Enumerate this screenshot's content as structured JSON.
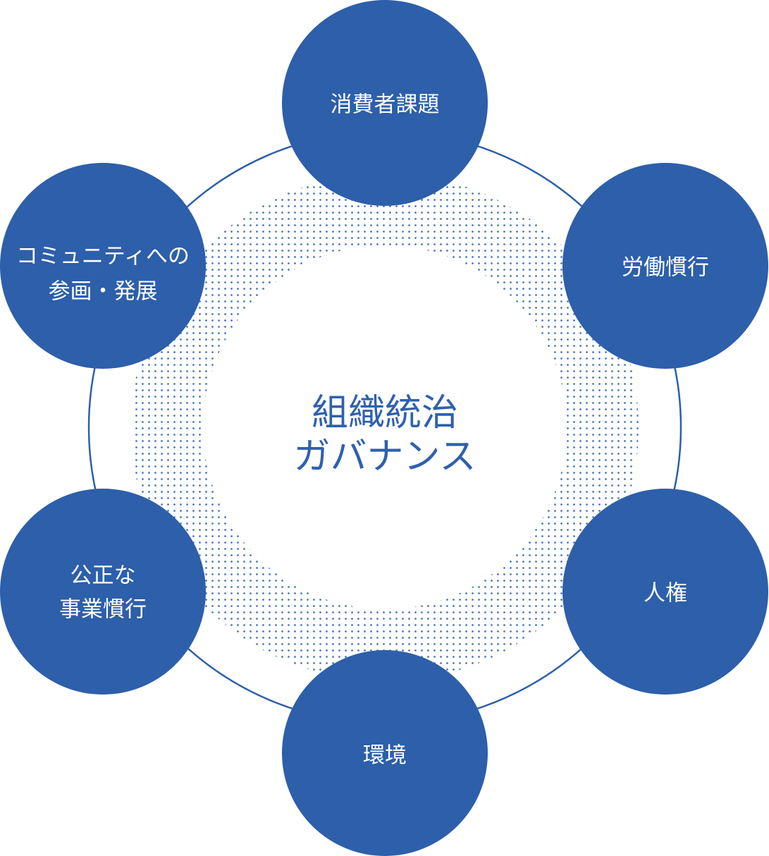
{
  "colors": {
    "node_fill": "#2d5faa",
    "ring_stroke": "#2d5faa",
    "dot_pattern": "#4a78bd",
    "center_text": "#2f60ad",
    "node_text": "#ffffff"
  },
  "center": {
    "line1": "組織統治",
    "line2": "ガバナンス"
  },
  "nodes": [
    {
      "line1": "消費者課題",
      "line2": ""
    },
    {
      "line1": "労働慣行",
      "line2": ""
    },
    {
      "line1": "人権",
      "line2": ""
    },
    {
      "line1": "環境",
      "line2": ""
    },
    {
      "line1": "公正な",
      "line2": "事業慣行"
    },
    {
      "line1": "コミュニティへの",
      "line2": "参画・発展"
    }
  ]
}
